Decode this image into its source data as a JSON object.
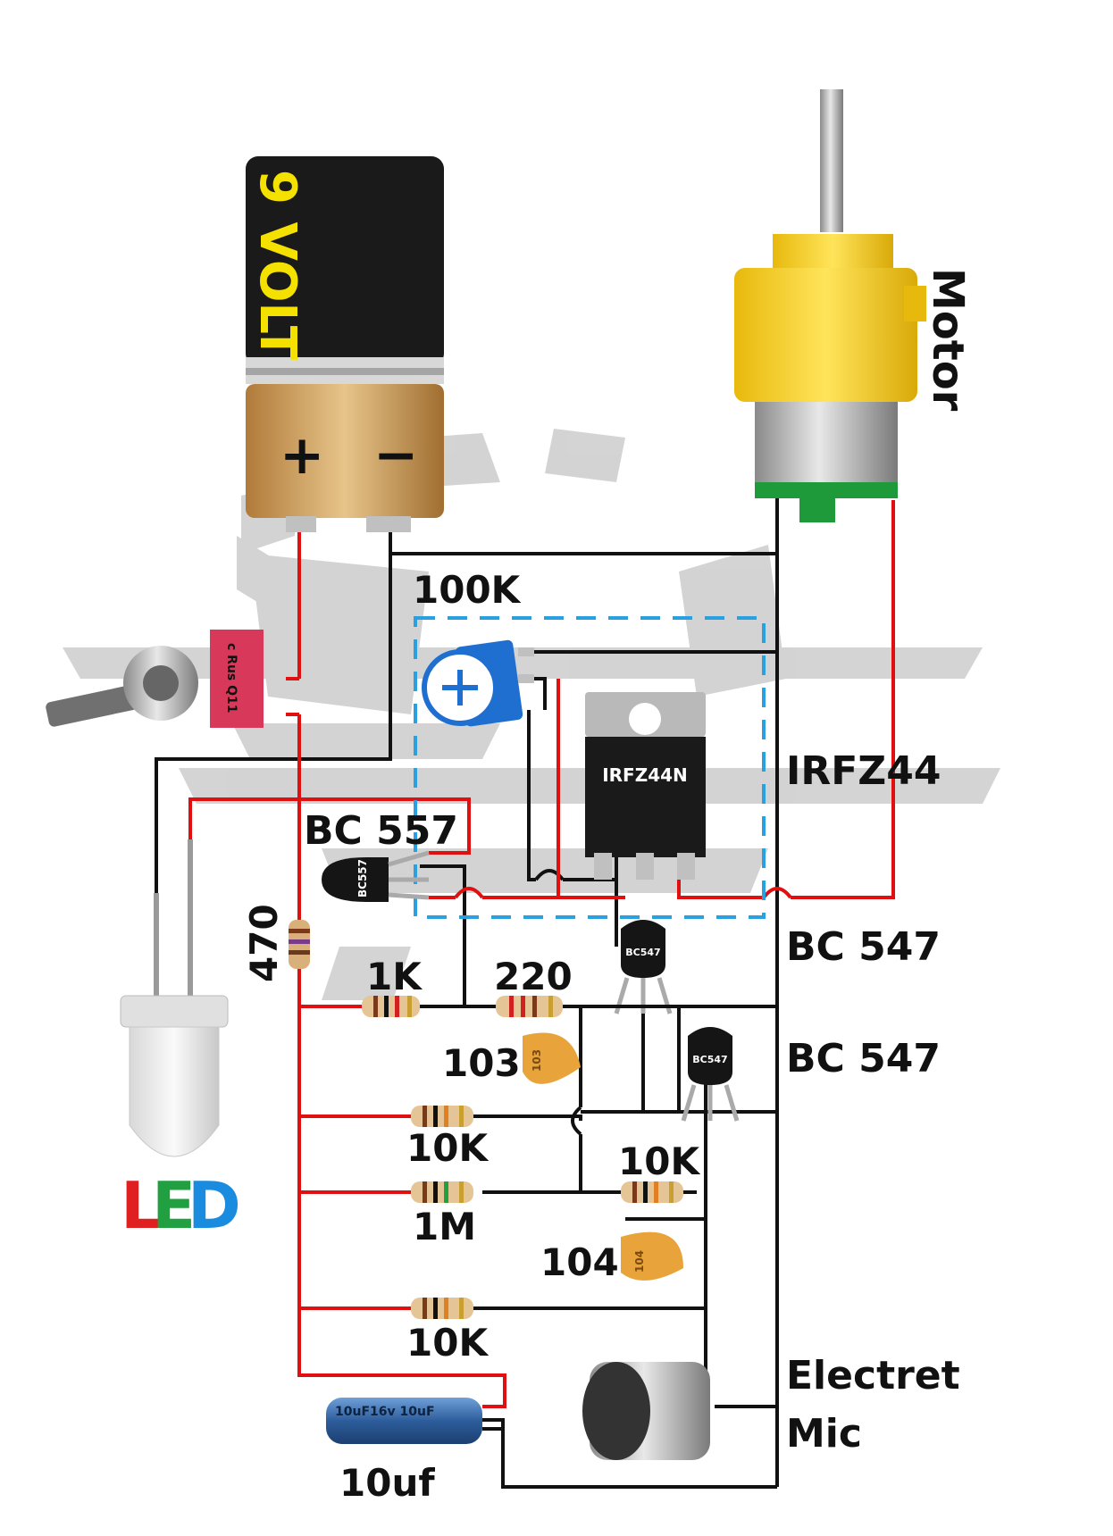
{
  "battery": {
    "label": "9 VOLT",
    "plus": "+",
    "minus": "−"
  },
  "motor": {
    "label": "Motor"
  },
  "labels": {
    "pot": "100K",
    "mosfet_side": "IRFZ44",
    "mosfet_body": "IRFZ44N",
    "pnp": "BC 557",
    "pnp_body": "BC557",
    "npn1": "BC 547",
    "npn2": "BC 547",
    "npn_body": "BC547",
    "r470": "470",
    "r1k": "1K",
    "r220": "220",
    "c103": "103",
    "c103_body": "103",
    "r10k_a": "10K",
    "r10k_b": "10K",
    "r1m": "1M",
    "c104": "104",
    "c104_body": "104",
    "r10k_c": "10K",
    "mic_1": "Electret",
    "mic_2": "Mic",
    "cap10": "10uf",
    "cap10_body": "10uF16v  10uF"
  },
  "led": {
    "l": "L",
    "e": "E",
    "d": "D"
  },
  "switch": {
    "body": "c Rus Q11"
  },
  "colors": {
    "wire_positive": "#e01010",
    "wire_negative": "#111111",
    "pot_outline": "#2aa0e0",
    "battery_top": "#1a1a1a",
    "battery_label": "#f5e100",
    "motor_yellow": "#f6d21a",
    "led_l": "#e02020",
    "led_e": "#20a040",
    "led_d": "#1a8ce0"
  }
}
